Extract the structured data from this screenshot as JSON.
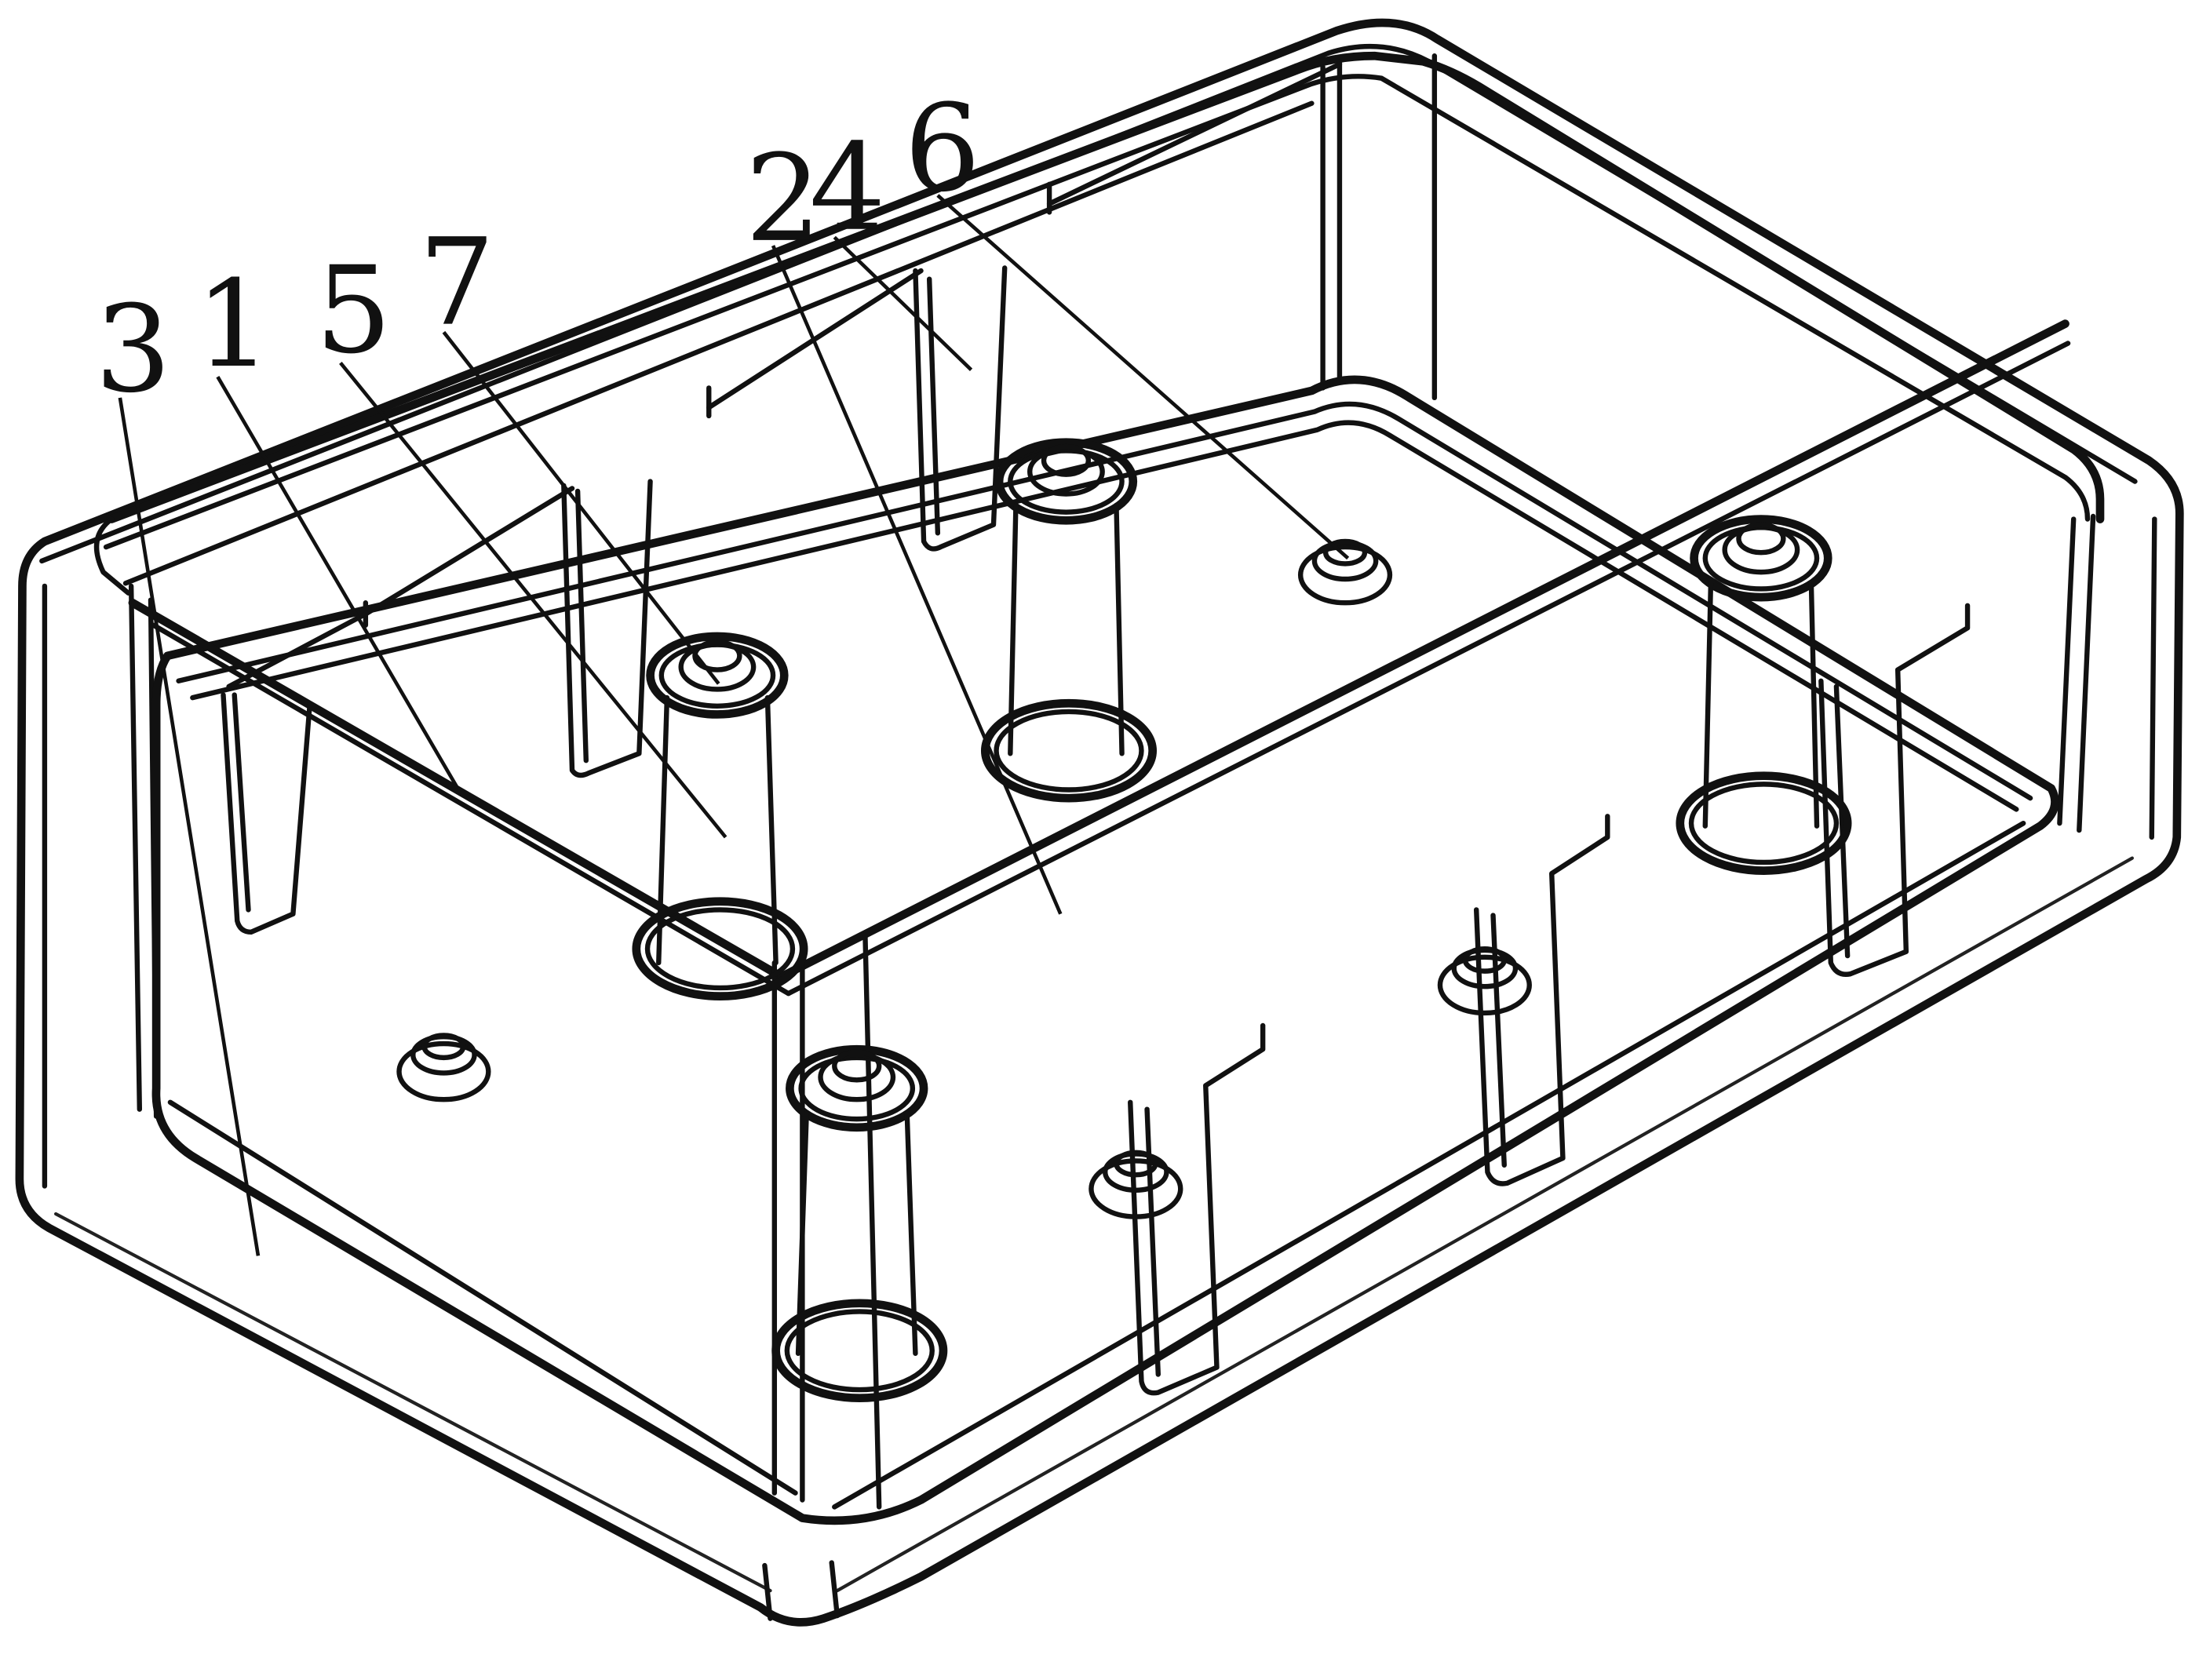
{
  "labels": {
    "l3": "3",
    "l1": "1",
    "l5": "5",
    "l7": "7",
    "l2": "2",
    "l4": "4",
    "l6": "6"
  }
}
